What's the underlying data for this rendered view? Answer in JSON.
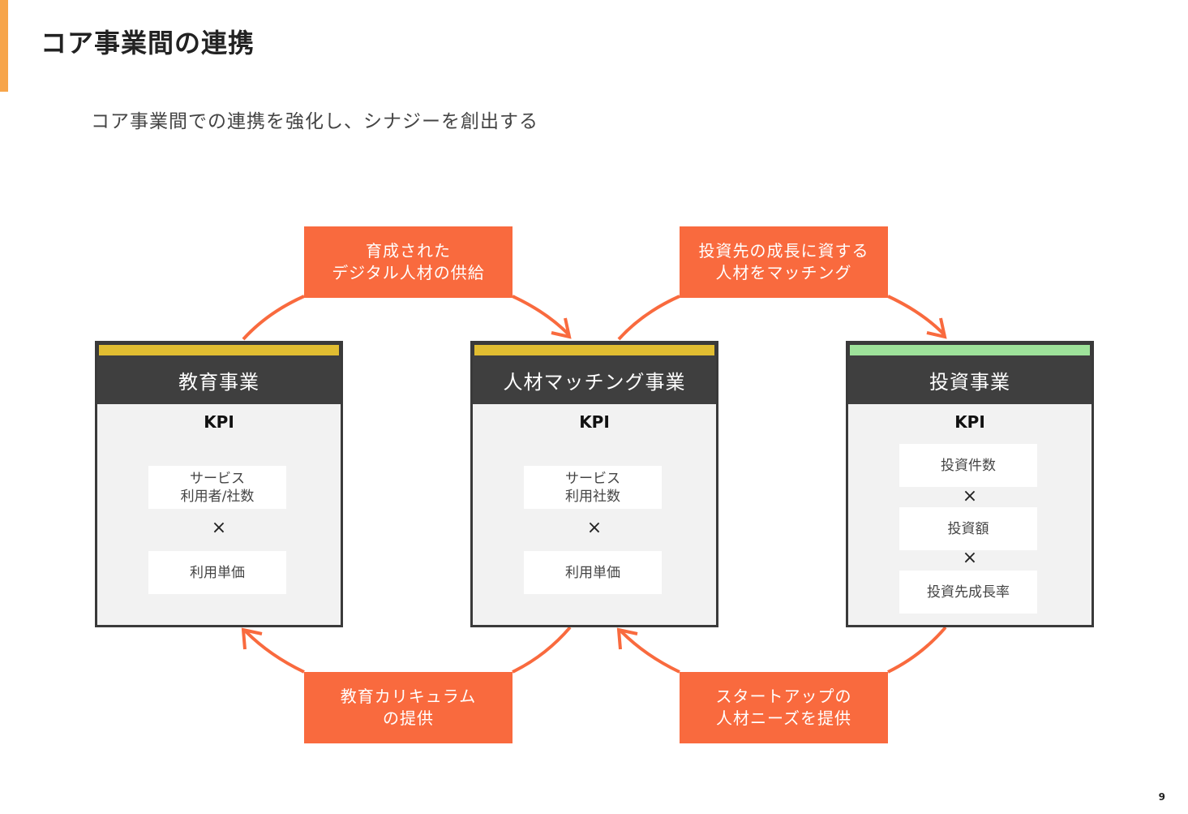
{
  "page": {
    "title": "コア事業間の連携",
    "subtitle": "コア事業間での連携を強化し、シナジーを創出する",
    "page_number": "9"
  },
  "colors": {
    "accent": "#f7a54a",
    "flow_label": "#f96a3e",
    "card_header": "#3f3f3f",
    "education_strip": "#e1bd31",
    "matching_strip": "#e1bd31",
    "investment_strip": "#9ee29a"
  },
  "flows": {
    "top_left": [
      "育成された",
      "デジタル人材の供給"
    ],
    "top_right": [
      "投資先の成長に資する",
      "人材をマッチング"
    ],
    "bottom_left": [
      "教育カリキュラム",
      "の提供"
    ],
    "bottom_right": [
      "スタートアップの",
      "人材ニーズを提供"
    ]
  },
  "cards": {
    "education": {
      "title": "教育事業",
      "kpi": "KPI",
      "metric1": [
        "サービス",
        "利用者/社数"
      ],
      "times": "×",
      "metric2": "利用単価"
    },
    "matching": {
      "title": "人材マッチング事業",
      "kpi": "KPI",
      "metric1": [
        "サービス",
        "利用社数"
      ],
      "times": "×",
      "metric2": "利用単価"
    },
    "investment": {
      "title": "投資事業",
      "kpi": "KPI",
      "metric1": "投資件数",
      "times1": "×",
      "metric2": "投資額",
      "times2": "×",
      "metric3": "投資先成長率"
    }
  }
}
